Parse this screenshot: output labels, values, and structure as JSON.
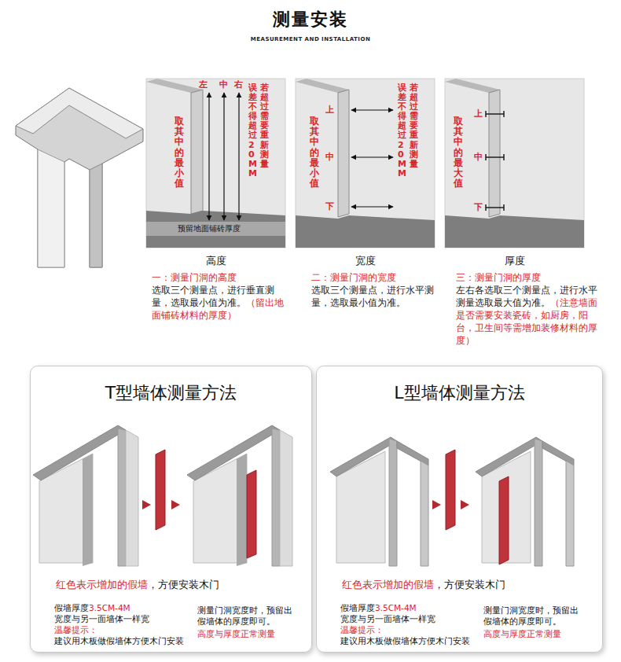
{
  "diagram": {
    "title": "测量安装",
    "nodes": [
      {
        "text": [
          "T型墙体测量方法",
          "红色表示增加的假墙",
          "，方便安装木门",
          "假墙厚度",
          "3.5CM-4M",
          "宽度与另一面墙体一样宽",
          "温馨提示：",
          "建议用木板做假墙体方便木门安装",
          "测量门洞宽度时，预留出假墙体的厚度即可。",
          "高度与厚度正常测量"
        ]
      },
      {
        "text": [
          "L型墙体测量方法",
          "红色表示增加的假墙",
          "，方便安装木门",
          "假墙厚度",
          "3.5CM-4M",
          "宽度与另一面墙体一样宽",
          "温馨提示：",
          "建议用木板做假墙体方便木门安装",
          "测量门洞宽度时，预留出假墙体的厚度即可。",
          "高度与厚度正常测量"
        ]
      }
    ],
    "labels": [
      "MEASUREMENT AND INSTALLATION",
      "左",
      "中",
      "右",
      "取其中的最小值",
      "误差不得超过20MM",
      "若超过需要重新测量",
      "预留地面铺砖厚度",
      "上",
      "中",
      "下",
      "取其中的最小值",
      "误差不得超过20MM",
      "若超过需要重新测量",
      "上",
      "中",
      "下",
      "取其中的最大值",
      "高度",
      "宽度",
      "厚度",
      "一：测量门洞的高度",
      "选取三个测量点，进行垂直测量，选取最小值为准。",
      "（留出地面铺砖材料的厚度）",
      "二：测量门洞的宽度",
      "选取三个测量点，进行水平测量，选取最小值为准。",
      "三：测量门洞的厚度",
      "左右各选取三个测量点，进行水平测量选取最大值为准。",
      "（注意墙面是否需要安装瓷砖，如厨房，阳台，卫生间等需增加装修材料的厚度）"
    ]
  }
}
